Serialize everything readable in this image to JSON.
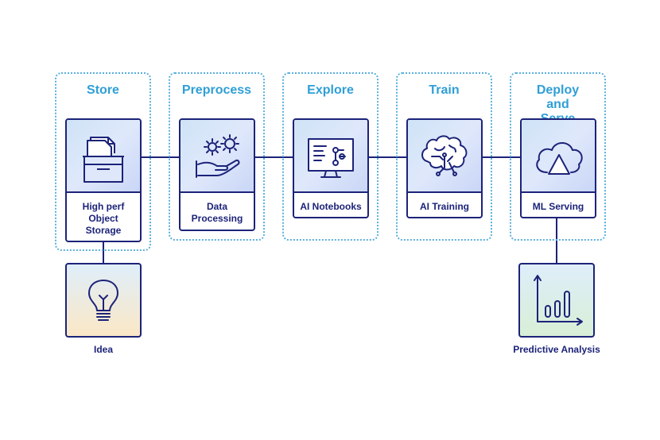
{
  "stages": [
    {
      "title": "Store",
      "card_label": "High perf Object Storage",
      "icon": "storage-drawer-icon"
    },
    {
      "title": "Preprocess",
      "card_label": "Data Processing",
      "icon": "hand-gears-icon"
    },
    {
      "title": "Explore",
      "card_label": "AI Notebooks",
      "icon": "monitor-notebook-icon"
    },
    {
      "title": "Train",
      "card_label": "AI Training",
      "icon": "brain-circuit-icon"
    },
    {
      "title": "Deploy and Serve",
      "card_label": "ML Serving",
      "icon": "cloud-triangle-icon"
    }
  ],
  "inputs": {
    "label": "Idea",
    "icon": "lightbulb-icon"
  },
  "outputs": {
    "label": "Predictive Analysis",
    "icon": "bar-chart-icon"
  },
  "colors": {
    "accent": "#2f9fd6",
    "line": "#1c2379",
    "group_border": "#5ab0dc",
    "card_fill": "#dfe8fb",
    "idea_gradient_top": "#dfeefa",
    "idea_gradient_bottom": "#fbe8c6",
    "analysis_gradient_top": "#dfeefa",
    "analysis_gradient_bottom": "#d8efd6"
  }
}
